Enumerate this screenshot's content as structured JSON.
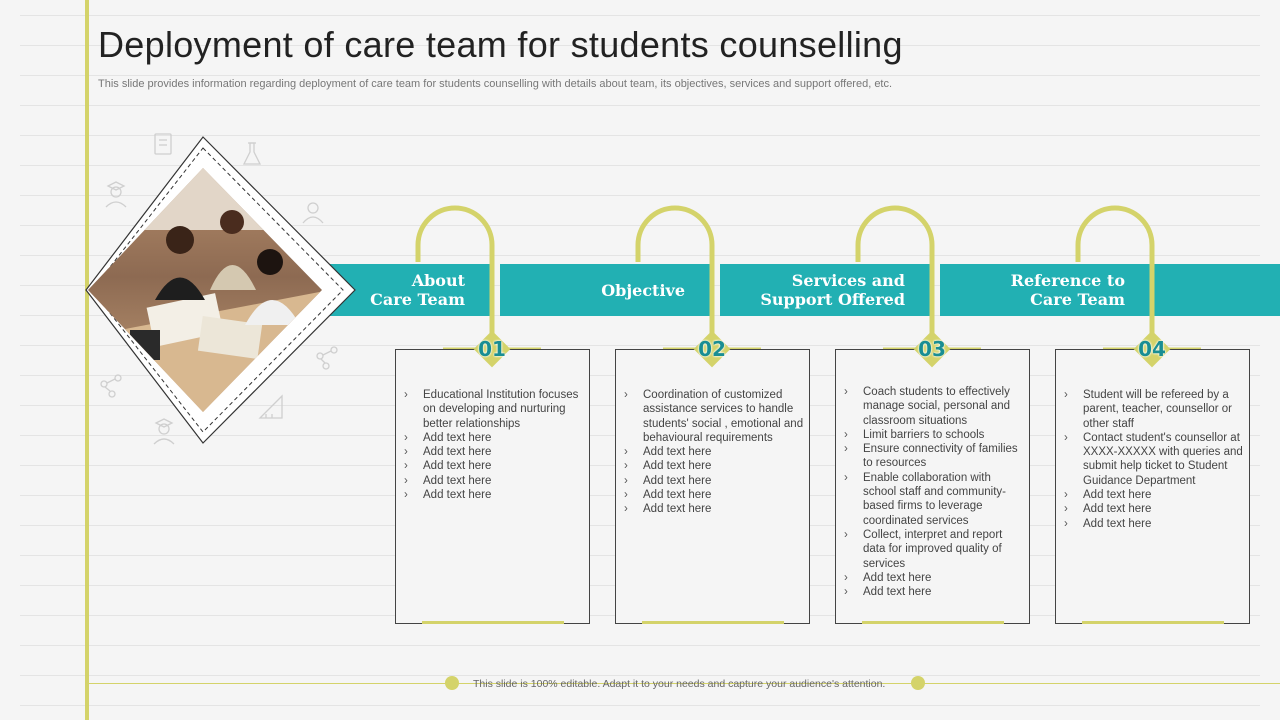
{
  "slide": {
    "title": "Deployment of care team for students counselling",
    "subtitle": "This slide provides information regarding deployment of care team for students counselling with details about team, its objectives, services and support offered, etc.",
    "footer": "This slide is 100% editable.  Adapt it to your needs and capture your audience's attention."
  },
  "colors": {
    "accent": "#d4d36a",
    "teal": "#22b0b3",
    "number": "#1a8e93",
    "text": "#444444"
  },
  "icons": [
    "book-icon",
    "flask-icon",
    "graduate-icon",
    "person-icon",
    "molecule-icon",
    "ruler-triangle-icon",
    "teacher-icon"
  ],
  "sections": [
    {
      "number": "01",
      "heading": "About\nCare Team",
      "bullets": [
        "Educational Institution focuses on developing and nurturing better relationships",
        "Add text here",
        "Add text here",
        "Add text here",
        "Add text here",
        "Add text here"
      ]
    },
    {
      "number": "02",
      "heading": "Objective",
      "bullets": [
        "Coordination of customized assistance services to handle students' social , emotional and behavioural requirements",
        "Add text here",
        "Add text here",
        "Add text here",
        "Add text here",
        "Add text here"
      ]
    },
    {
      "number": "03",
      "heading": "Services and\nSupport Offered",
      "bullets": [
        "Coach students to effectively manage social, personal and classroom situations",
        "Limit barriers to schools",
        "Ensure connectivity of families to resources",
        "Enable collaboration with school staff and community-based firms to leverage coordinated services",
        "Collect, interpret and report data for improved quality of services",
        "Add text here",
        "Add text here"
      ]
    },
    {
      "number": "04",
      "heading": "Reference to\nCare Team",
      "bullets": [
        "Student will be refereed by a parent, teacher, counsellor or other staff",
        "Contact student's counsellor at XXXX-XXXXX   with queries and submit help ticket to Student Guidance Department",
        "Add text here",
        "Add text here",
        "Add text here"
      ]
    }
  ]
}
